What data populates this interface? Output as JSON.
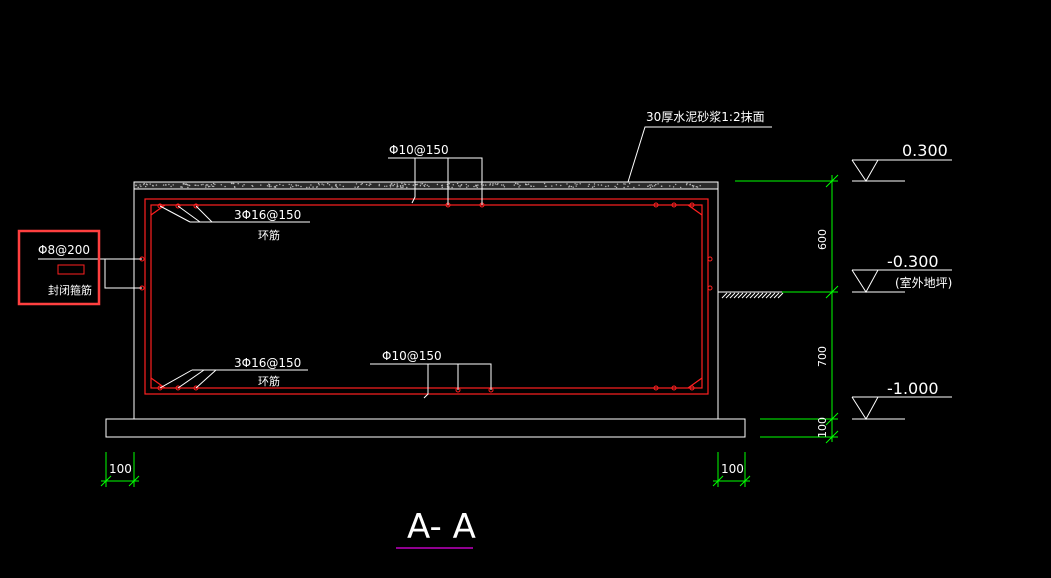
{
  "drawing": {
    "section_title": "A- A",
    "annotations": {
      "plaster_note": "30厚水泥砂浆1:2抹面",
      "top_slab_rebar": "Φ10@150",
      "bottom_slab_rebar": "Φ10@150",
      "top_ring_bars": "3Φ16@150",
      "top_ring_bars_label": "环筋",
      "bottom_ring_bars": "3Φ16@150",
      "bottom_ring_bars_label": "环筋",
      "closed_stirrup": "Φ8@200",
      "closed_stirrup_label": "封闭箍筋"
    },
    "elevations": {
      "top": "0.300",
      "ground": "-0.300",
      "ground_label": "(室外地坪)",
      "bottom": "-1.000"
    },
    "dimensions": {
      "upper_height": "600",
      "lower_height": "700",
      "base_height": "100",
      "left_offset": "100",
      "right_offset": "100"
    }
  },
  "colors": {
    "background": "#000000",
    "lines": "#ffffff",
    "rebar": "#ff2020",
    "dimension": "#00ff00",
    "title_underline": "#c000c0",
    "highlight": "#ff4040"
  }
}
